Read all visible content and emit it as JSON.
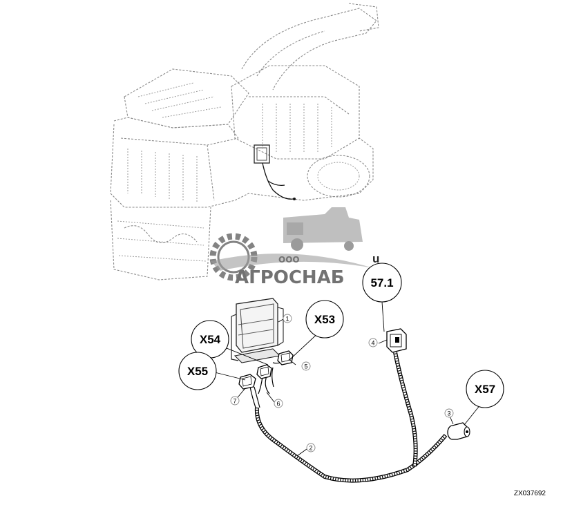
{
  "connectors": [
    {
      "id": "x53",
      "label": "X53"
    },
    {
      "id": "x54",
      "label": "X54"
    },
    {
      "id": "x55",
      "label": "X55"
    },
    {
      "id": "x57",
      "label": "X57"
    },
    {
      "id": "x57_1",
      "label": "57.1"
    }
  ],
  "callouts": [
    "1",
    "2",
    "3",
    "4",
    "5",
    "6",
    "7"
  ],
  "figure_number": "ZX037692",
  "watermark": {
    "small_text": "ООО",
    "brand_text": "АГРОСНАБ",
    "partial_text": "u"
  }
}
